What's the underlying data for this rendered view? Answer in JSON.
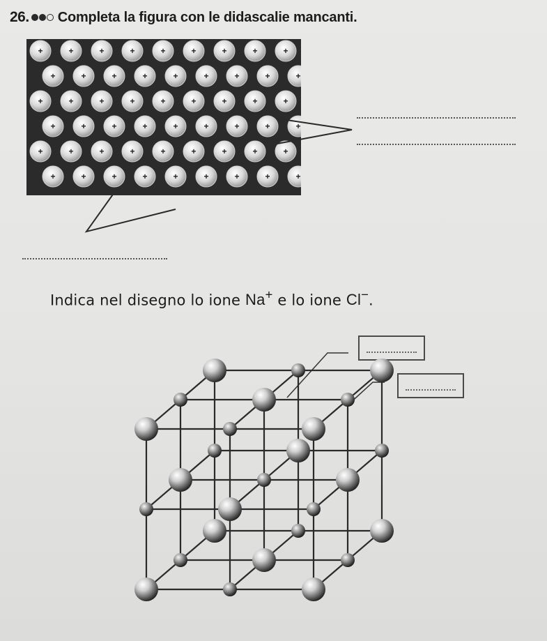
{
  "exercise": {
    "number": "26.",
    "difficulty": {
      "filled": 2,
      "total": 3
    },
    "instruction": "Completa la figura con le didascalie mancanti."
  },
  "metal_lattice": {
    "particle_label": "+",
    "rows": 6,
    "cols": 9,
    "caption_lines": [
      "...........................",
      "..........................."
    ],
    "bottom_caption": "......................"
  },
  "question": {
    "text_before": "Indica nel disegno lo ione ",
    "ion1": "Na",
    "ion1_charge": "+",
    "text_middle": " e lo ione ",
    "ion2": "Cl",
    "ion2_charge": "−",
    "text_after": "."
  },
  "crystal": {
    "box_labels": [
      "....................",
      "...................."
    ]
  },
  "colors": {
    "ink": "#1c1c1c",
    "metal_background": "#2b2b2b",
    "ion_light": "#e3e3e3",
    "sphere_dark": "#1a1a1a",
    "paper": "#e7e7e5"
  }
}
